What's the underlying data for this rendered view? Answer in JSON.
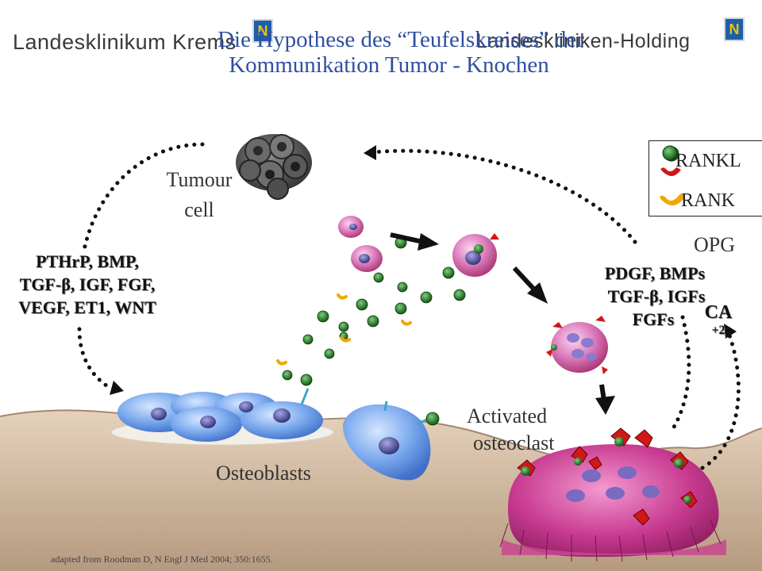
{
  "header": {
    "left_logo": "Landesklinikum Krems",
    "right_logo": "Landeskliniken-Holding",
    "badge": "N"
  },
  "title": {
    "line1": "Die Hypothese des “Teufelskreises” der",
    "line2": "Kommunikation Tumor - Knochen"
  },
  "labels": {
    "tumour_cell": [
      "Tumour",
      "cell"
    ],
    "osteoblasts": "Osteoblasts",
    "activated_osteoclast": [
      "Activated",
      "osteoclast"
    ],
    "opg": "OPG",
    "ca_line1": "CA",
    "ca_line2": "+2"
  },
  "factors_left": [
    "PTHrP, BMP,",
    "TGF-β, IGF, FGF,",
    "VEGF, ET1, WNT"
  ],
  "factors_right": [
    "PDGF, BMPs",
    "TGF-β, IGFs",
    "FGFs"
  ],
  "legend": {
    "rankl": "RANKL",
    "rank": "RANK"
  },
  "reference": "adapted from Roodman D, N Engl J Med 2004; 350:1655.",
  "colors": {
    "title": "#2f4fa0",
    "bone": "#d8c0a8",
    "osteoblast": "#6a9be0",
    "osteoclast": "#c23c8c",
    "rankl_green": "#1e7a1e",
    "rank_orange": "#f0a800",
    "opg_red": "#d01818"
  }
}
